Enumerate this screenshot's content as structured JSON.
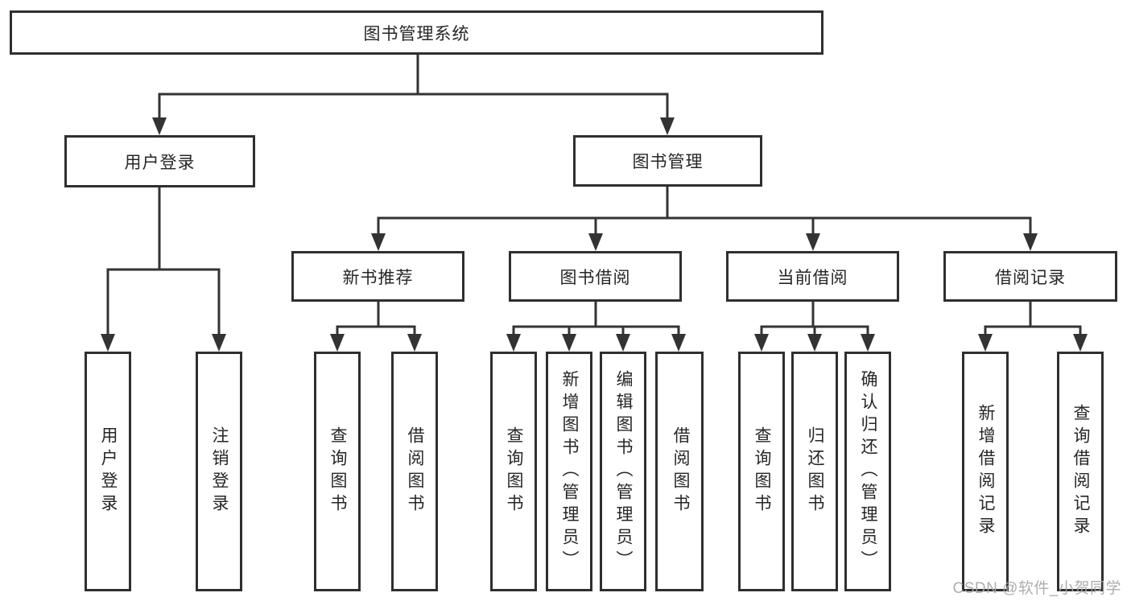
{
  "tree": {
    "root": {
      "label": "图书管理系统"
    },
    "branches": [
      {
        "label": "用户登录",
        "children": [
          {
            "label": "用户登录"
          },
          {
            "label": "注销登录"
          }
        ]
      },
      {
        "label": "图书管理",
        "children": [
          {
            "label": "新书推荐",
            "children": [
              {
                "label": "查询图书"
              },
              {
                "label": "借阅图书"
              }
            ]
          },
          {
            "label": "图书借阅",
            "children": [
              {
                "label": "查询图书"
              },
              {
                "label": "新增图书（管理员）"
              },
              {
                "label": "编辑图书（管理员）"
              },
              {
                "label": "借阅图书"
              }
            ]
          },
          {
            "label": "当前借阅",
            "children": [
              {
                "label": "查询图书"
              },
              {
                "label": "归还图书"
              },
              {
                "label": "确认归还（管理员）"
              }
            ]
          },
          {
            "label": "借阅记录",
            "children": [
              {
                "label": "新增借阅记录"
              },
              {
                "label": "查询借阅记录"
              }
            ]
          }
        ]
      }
    ]
  },
  "watermark": {
    "text": "CSDN @软件_小贺同学"
  },
  "colors": {
    "line": "#333333",
    "border": "#2f2f2f",
    "text": "#262626",
    "watermark": "#a6a6a6",
    "background": "#ffffff"
  }
}
